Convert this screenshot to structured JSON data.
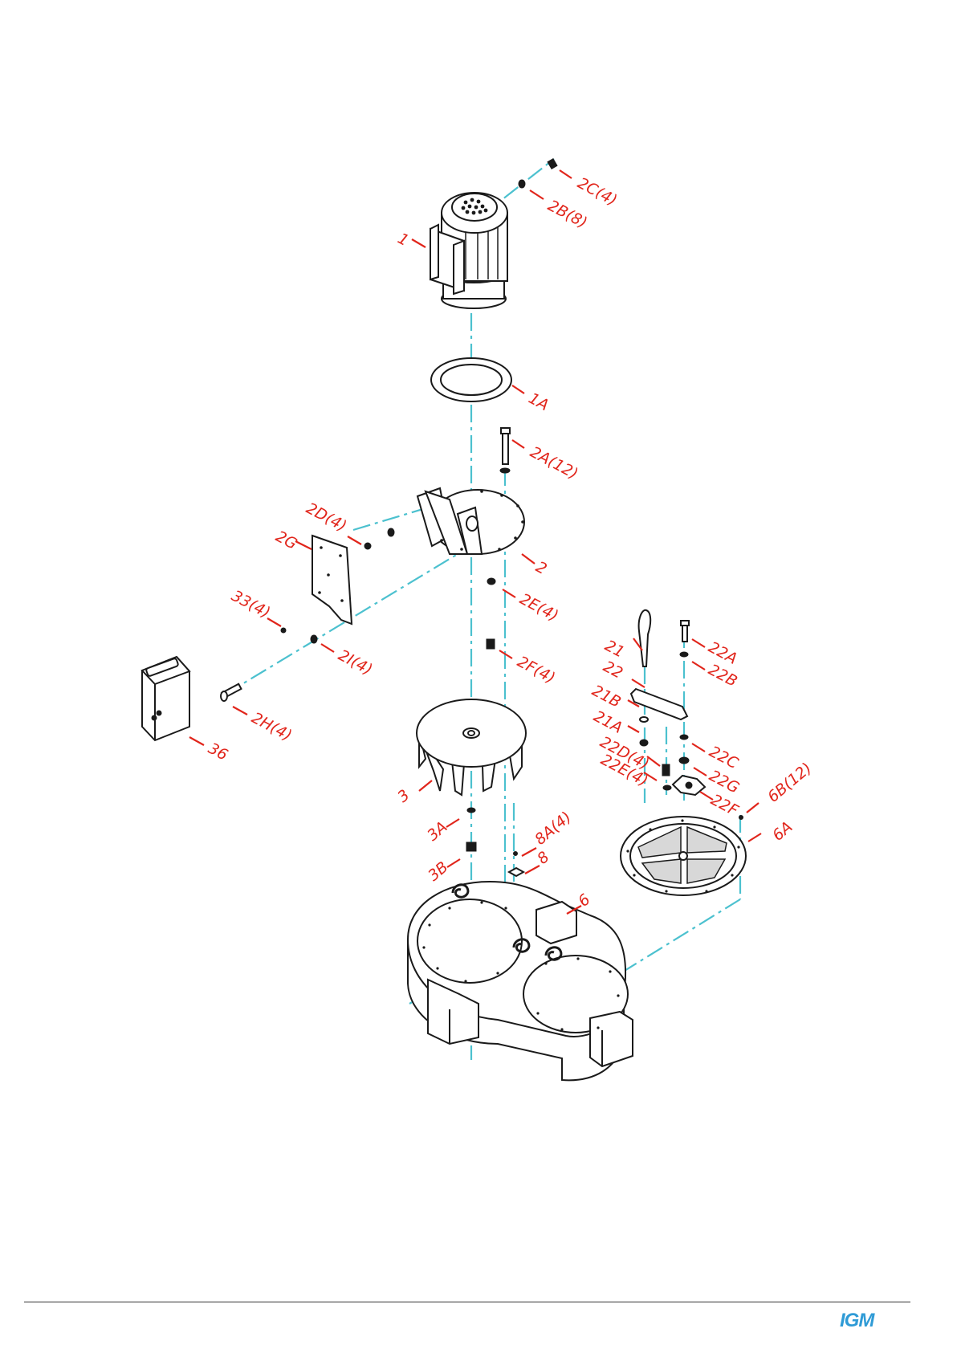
{
  "labels": {
    "l_2C4": "2C(4)",
    "l_2B8": "2B(8)",
    "l_1": "1",
    "l_1A": "1A",
    "l_2A12": "2A(12)",
    "l_2D4": "2D(4)",
    "l_2G": "2G",
    "l_2": "2",
    "l_2E4": "2E(4)",
    "l_33_4": "33(4)",
    "l_2I4": "2I(4)",
    "l_2F4": "2F(4)",
    "l_2H4": "2H(4)",
    "l_36": "36",
    "l_3": "3",
    "l_3A": "3A",
    "l_3B": "3B",
    "l_8A4": "8A(4)",
    "l_8": "8",
    "l_6": "6",
    "l_21": "21",
    "l_22": "22",
    "l_21B": "21B",
    "l_21A": "21A",
    "l_22D4": "22D(4)",
    "l_22E4": "22E(4)",
    "l_22A": "22A",
    "l_22B": "22B",
    "l_22C": "22C",
    "l_22G": "22G",
    "l_22F": "22F",
    "l_6B12": "6B(12)",
    "l_6A": "6A"
  },
  "logo": "IGM",
  "colors": {
    "label": "#e1251b",
    "centerline": "#4cc1cf",
    "logo": "#2f9bd6"
  }
}
